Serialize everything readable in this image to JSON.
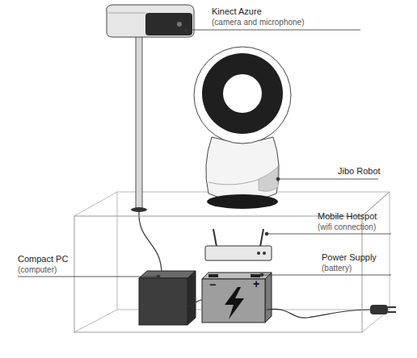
{
  "diagram": {
    "labels": [
      "Kinect Azure",
      "(camera and microphone)",
      "Jibo Robot",
      "Mobile Hotspot",
      "(wifi connection)",
      "Compact PC",
      "(computer)",
      "Power Supply",
      "(battery)",
      "−",
      "+"
    ]
  }
}
